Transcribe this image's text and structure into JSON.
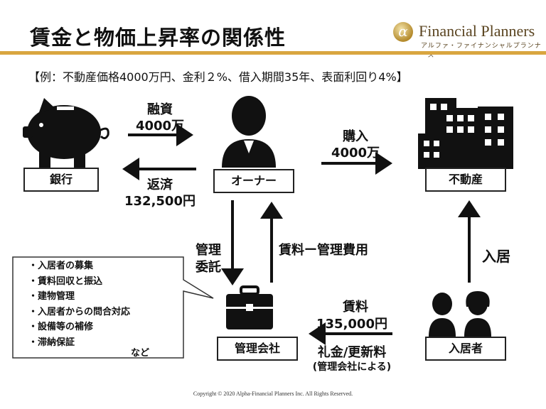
{
  "title": "賃金と物価上昇率の関係性",
  "logo": {
    "mark": "α",
    "name": "Financial Planners",
    "sub": "アルファ・ファイナンシャルプランナーズ"
  },
  "subtitle": "【例：不動産価格4000万円、金利２%、借入期間35年、表面利回り4%】",
  "nodes": {
    "bank": "銀行",
    "owner": "オーナー",
    "property": "不動産",
    "management": "管理会社",
    "tenant": "入居者"
  },
  "flows": {
    "loan": [
      "融資",
      "4000万"
    ],
    "repay": [
      "返済",
      "132,500円"
    ],
    "purchase": [
      "購入",
      "4000万"
    ],
    "consign": [
      "管理",
      "委託"
    ],
    "rent_minus_fee": "賃料ー管理費用",
    "move_in": "入居",
    "rent": [
      "賃料",
      "135,000円"
    ],
    "key_money": [
      "礼金/更新料",
      "(管理会社による)"
    ]
  },
  "callout": {
    "items": [
      "・入居者の募集",
      "・賃料回収と振込",
      "・建物管理",
      "・入居者からの問合対応",
      "・設備等の補修",
      "・滞納保証"
    ],
    "etc": "など"
  },
  "footer": "Copyright © 2020 Alpha-Financial Planners Inc. All Rights Reserved."
}
